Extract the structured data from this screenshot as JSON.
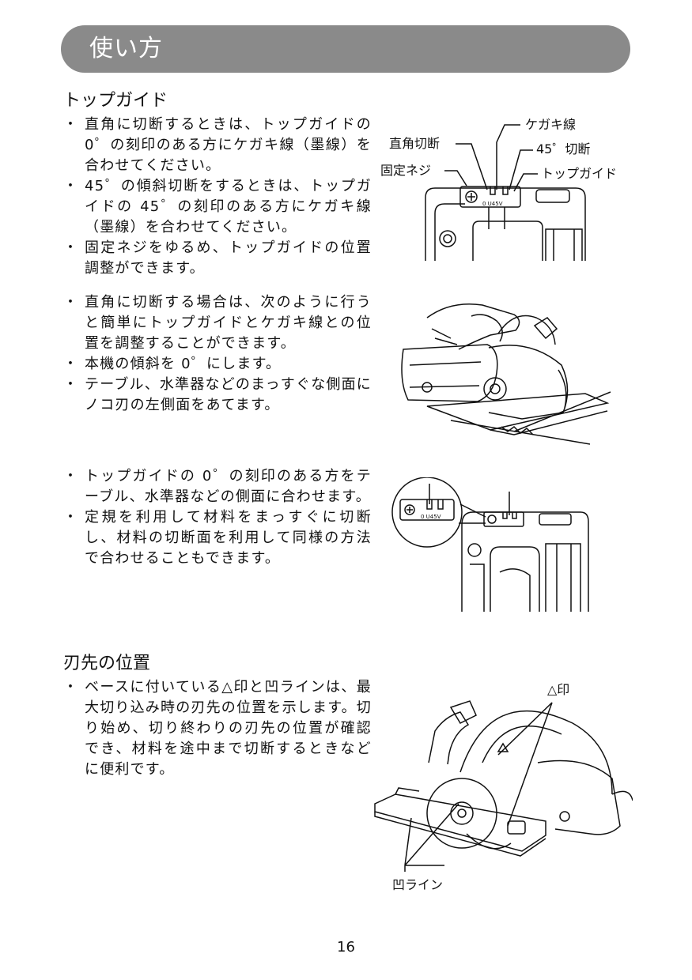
{
  "header": {
    "title": "使い方"
  },
  "section1": {
    "heading": "トップガイド",
    "group1": [
      "直角に切断するときは、トップガイドの 0゜の刻印のある方にケガキ線（墨線）を合わせてください。",
      "45゜の傾斜切断をするときは、トップガイドの 45゜の刻印のある方にケガキ線（墨線）を合わせてください。",
      "固定ネジをゆるめ、トップガイドの位置調整ができます。"
    ],
    "group2": [
      "直角に切断する場合は、次のように行うと簡単にトップガイドとケガキ線との位置を調整することができます。",
      "本機の傾斜を 0゜にします。",
      "テーブル、水準器などのまっすぐな側面にノコ刃の左側面をあてます。"
    ],
    "group3": [
      "トップガイドの 0゜の刻印のある方をテーブル、水準器などの側面に合わせます。",
      "定規を利用して材料をまっすぐに切断し、材料の切断面を利用して同様の方法で合わせることもできます。"
    ],
    "figure1_labels": {
      "marking_line": "ケガキ線",
      "right_angle_cut": "直角切断",
      "bevel_45_cut": "45゜切断",
      "fixing_screw": "固定ネジ",
      "top_guide": "トップガイド"
    }
  },
  "section2": {
    "heading": "刃先の位置",
    "group1": [
      "ベースに付いている△印と凹ラインは、最大切り込み時の刃先の位置を示します。切り始め、切り終わりの刃先の位置が確認でき、材料を途中まで切断するときなどに便利です。"
    ],
    "figure4_labels": {
      "triangle_mark": "△印",
      "notch_line": "凹ライン"
    }
  },
  "bullet_symbol": "・",
  "page_number": "16"
}
